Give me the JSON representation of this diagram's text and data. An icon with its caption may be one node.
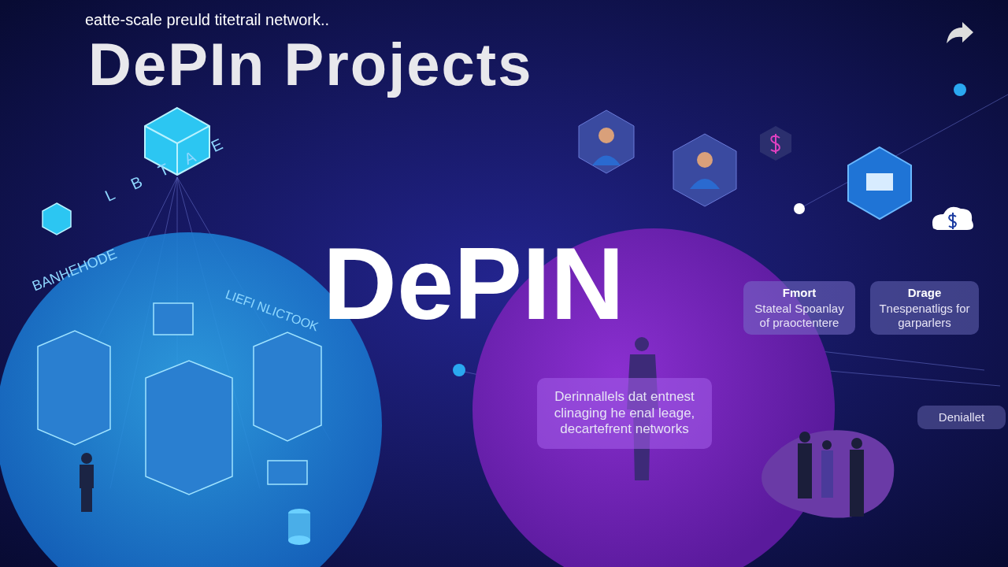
{
  "diagram": {
    "title": "DePIn Projects",
    "nodes": [
      {
        "text": [
          "Fmort",
          "Stateal Spoanlay of praoctentere"
        ]
      },
      {
        "text": [
          "Drage",
          "Tnespenatligs for garparlers"
        ]
      },
      {
        "text": [
          "Derinnallels dat entnest clinaging he enal leage, decartefrent networks"
        ]
      },
      {
        "text": [
          "Deniallet"
        ]
      }
    ],
    "labels": [
      "eatte-scale preuld titetrail network..",
      "DePIN",
      "L B T A E",
      "BANHEHODE",
      "LIEFI NLICTOOK"
    ]
  }
}
